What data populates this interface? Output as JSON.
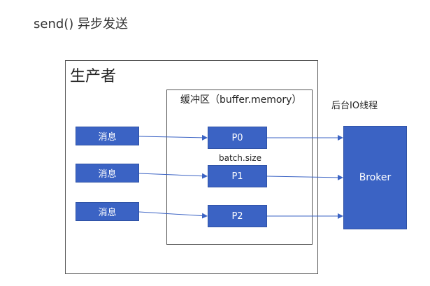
{
  "title": "send() 异步发送",
  "producer_label": "生产者",
  "buffer_label": "缓冲区（buffer.memory）",
  "io_thread_label": "后台IO线程",
  "batch_size_label": "batch.size",
  "broker_label": "Broker",
  "messages": [
    {
      "label": "消息"
    },
    {
      "label": "消息"
    },
    {
      "label": "消息"
    }
  ],
  "partitions": [
    {
      "label": "P0"
    },
    {
      "label": "P1"
    },
    {
      "label": "P2"
    }
  ],
  "colors": {
    "box_fill": "#3b63c4",
    "arrow": "#3b63c4",
    "frame": "#555555"
  }
}
